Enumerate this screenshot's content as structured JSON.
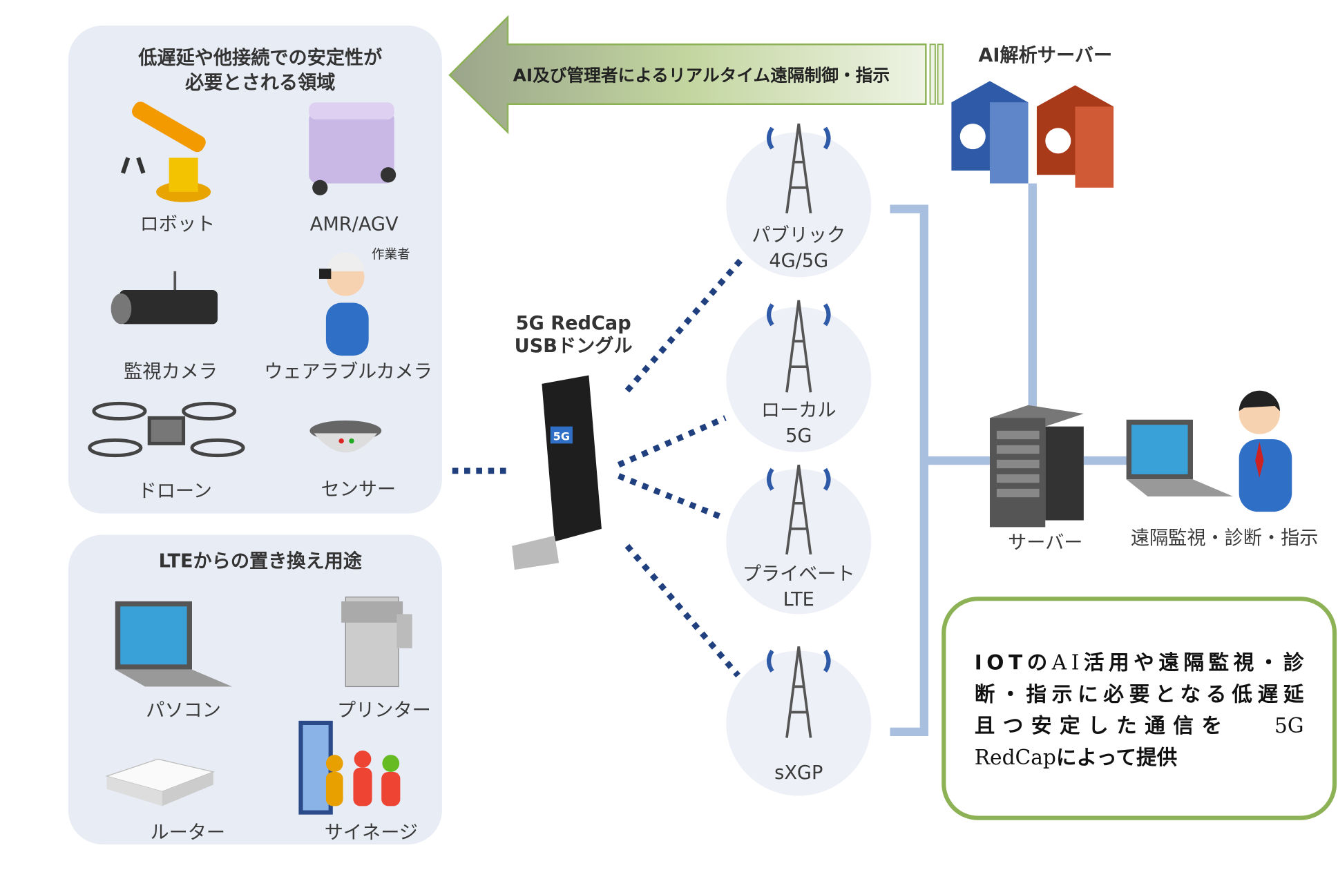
{
  "colors": {
    "panel": "#e8ecf5",
    "connector": "#a9bfdf",
    "dots": "#1f3f7f",
    "box_border": "#8db255",
    "arrow": "#b8cf8f"
  },
  "left_top": {
    "title_line1": "低遅延や他接続での安定性が",
    "title_line2": "必要とされる領域",
    "items": [
      {
        "label": "ロボット",
        "icon": "robot-arm-icon"
      },
      {
        "label": "AMR/AGV",
        "icon": "amr-icon"
      },
      {
        "label": "監視カメラ",
        "icon": "security-camera-icon"
      },
      {
        "label": "ウェアラブルカメラ",
        "icon": "wearable-camera-worker-icon",
        "note": "作業者"
      },
      {
        "label": "ドローン",
        "icon": "drone-icon"
      },
      {
        "label": "センサー",
        "icon": "sensor-icon"
      }
    ]
  },
  "left_bottom": {
    "title": "LTEからの置き換え用途",
    "items": [
      {
        "label": "パソコン",
        "icon": "laptop-icon"
      },
      {
        "label": "プリンター",
        "icon": "printer-icon"
      },
      {
        "label": "ルーター",
        "icon": "router-icon"
      },
      {
        "label": "サイネージ",
        "icon": "signage-icon"
      }
    ]
  },
  "arrow": {
    "text": "AI及び管理者によるリアルタイム遠隔制御・指示"
  },
  "ai_server": {
    "label": "AI解析サーバー"
  },
  "dongle": {
    "line1": "5G RedCap",
    "line2": "USBドングル",
    "badge": "5G"
  },
  "networks": [
    {
      "line1": "パブリック",
      "line2": "4G/5G"
    },
    {
      "line1": "ローカル",
      "line2": "5G"
    },
    {
      "line1": "プライベート",
      "line2": "LTE"
    },
    {
      "line1": "sXGP",
      "line2": ""
    }
  ],
  "server": {
    "label": "サーバー"
  },
  "operator": {
    "label": "遠隔監視・診断・指示"
  },
  "summary": {
    "line1a": "IOTの",
    "line1b": "AI",
    "line1c": "活用や遠隔監視・診",
    "line2": "断・指示に必要となる低遅延",
    "line3a": "且つ安定した通信を",
    "line3b": "5G",
    "line4a": "RedCap",
    "line4b": "によって提供"
  }
}
